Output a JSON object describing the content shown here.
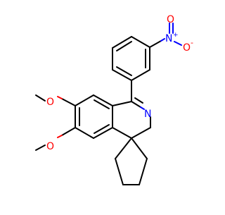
{
  "molecule": {
    "atom_labels": {
      "nitro_n": "N",
      "nitro_plus": "+",
      "nitro_o_upper": "O",
      "nitro_o_right": "O",
      "nitro_o_minus": "-",
      "imine_n": "N",
      "methoxy_o_upper": "O",
      "methoxy_o_lower": "O"
    },
    "colors": {
      "bond": "#000000",
      "nitrogen": "#0000ff",
      "oxygen": "#ff0000",
      "background": "#ffffff"
    }
  }
}
